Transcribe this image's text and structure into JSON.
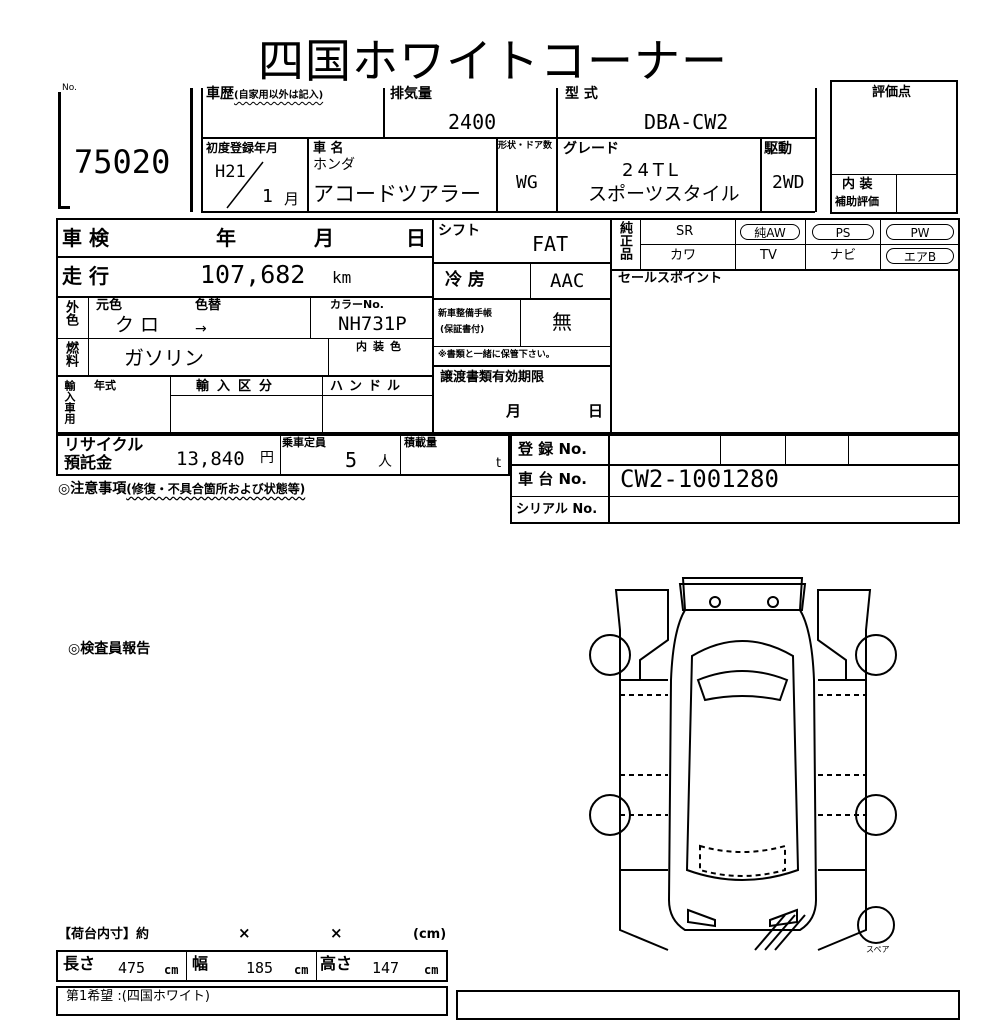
{
  "title": "四国ホワイトコーナー",
  "lot": {
    "label": "No.",
    "number": "75020"
  },
  "history": {
    "label": "車歴",
    "note": "(自家用以外は記入)"
  },
  "displacement": {
    "label": "排気量",
    "value": "2400"
  },
  "model": {
    "label": "型 式",
    "value": "DBA-CW2"
  },
  "score": {
    "label": "評価点"
  },
  "first_reg": {
    "label": "初度登録年月",
    "era": "H21",
    "month": "1",
    "month_unit": "月"
  },
  "car_name": {
    "label": "車 名",
    "maker": "ホンダ",
    "name": "アコードツアラー"
  },
  "body_shape": {
    "label": "形状・ドア数",
    "value": "WG"
  },
  "grade": {
    "label": "グレード",
    "line1": "24TL",
    "line2": "スポーツスタイル"
  },
  "drive": {
    "label": "駆動",
    "value": "2WD"
  },
  "interior_score": {
    "label": "内 装",
    "label2": "補助評価"
  },
  "inspection": {
    "label": "車 検",
    "year": "年",
    "month": "月",
    "day": "日"
  },
  "shift": {
    "label": "シフト",
    "value": "FAT"
  },
  "genuine": {
    "label": "純正品",
    "items": [
      "SR",
      "純AW",
      "PS",
      "PW",
      "カワ",
      "TV",
      "ナビ",
      "エアB"
    ]
  },
  "mileage": {
    "label": "走 行",
    "value": "107,682",
    "unit": "km"
  },
  "ac": {
    "label": "冷 房",
    "value": "AAC"
  },
  "sales_point": {
    "label": "セールスポイント"
  },
  "color": {
    "label": "外色",
    "orig_label": "元色",
    "repaint_label": "色替",
    "orig": "クロ",
    "repaint": "→",
    "code_label": "カラーNo.",
    "code": "NH731P"
  },
  "manual": {
    "label": "新車整備手帳",
    "label2": "(保証書付)",
    "value": "無",
    "note": "※書類と一緒に保管下さい。"
  },
  "fuel": {
    "label": "燃料",
    "value": "ガソリン",
    "interior_color_label": "内装色"
  },
  "import": {
    "label": "輸入車用",
    "year_label": "年式",
    "type_label": "輸入区分",
    "handle_label": "ハンドル"
  },
  "transfer": {
    "label": "譲渡書類有効期限",
    "month": "月",
    "day": "日"
  },
  "recycle": {
    "label": "リサイクル",
    "label2": "預託金",
    "value": "13,840",
    "unit": "円"
  },
  "capacity": {
    "label": "乗車定員",
    "value": "5",
    "unit": "人"
  },
  "load": {
    "label": "積載量",
    "unit": "t"
  },
  "registration": {
    "label": "登 録 No."
  },
  "chassis": {
    "label": "車 台 No.",
    "value": "CW2-1001280"
  },
  "serial": {
    "label": "シリアル No."
  },
  "caution": {
    "label": "◎注意事項",
    "note": "(修復・不具合箇所および状態等)"
  },
  "inspector": {
    "label": "◎検査員報告"
  },
  "spare": {
    "label": "スペア"
  },
  "cargo": {
    "label": "【荷台内寸】約",
    "x1": "×",
    "x2": "×",
    "unit": "(cm)"
  },
  "dims": {
    "length_label": "長さ",
    "length": "475",
    "width_label": "幅",
    "width": "185",
    "height_label": "高さ",
    "height": "147",
    "unit": "cm"
  },
  "bottom": {
    "wish": "第1希望 :(四国ホワイト)"
  }
}
